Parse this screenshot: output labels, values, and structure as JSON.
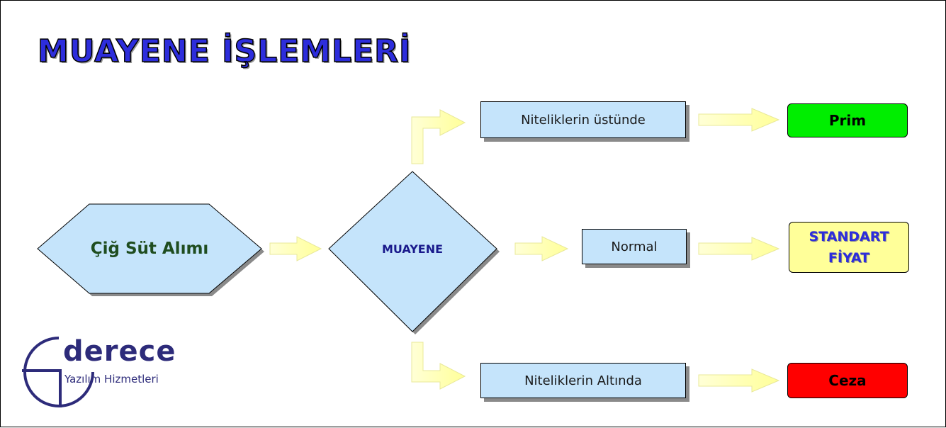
{
  "title": "MUAYENE İŞLEMLERİ",
  "nodes": {
    "start": "Çiğ Süt Alımı",
    "decision": "MUAYENE",
    "above": "Niteliklerin üstünde",
    "normal": "Normal",
    "below": "Niteliklerin Altında",
    "prim": "Prim",
    "standart": "STANDART\nFİYAT",
    "ceza": "Ceza"
  },
  "logo": {
    "name": "derece",
    "subtitle": "Yazılım Hizmetleri"
  },
  "colors": {
    "shape_fill": "#c5e4fb",
    "arrow_fill": "#ffff99",
    "prim": "#00ee00",
    "standart": "#ffff99",
    "ceza": "#ff0000",
    "title": "#2d2ddc"
  }
}
